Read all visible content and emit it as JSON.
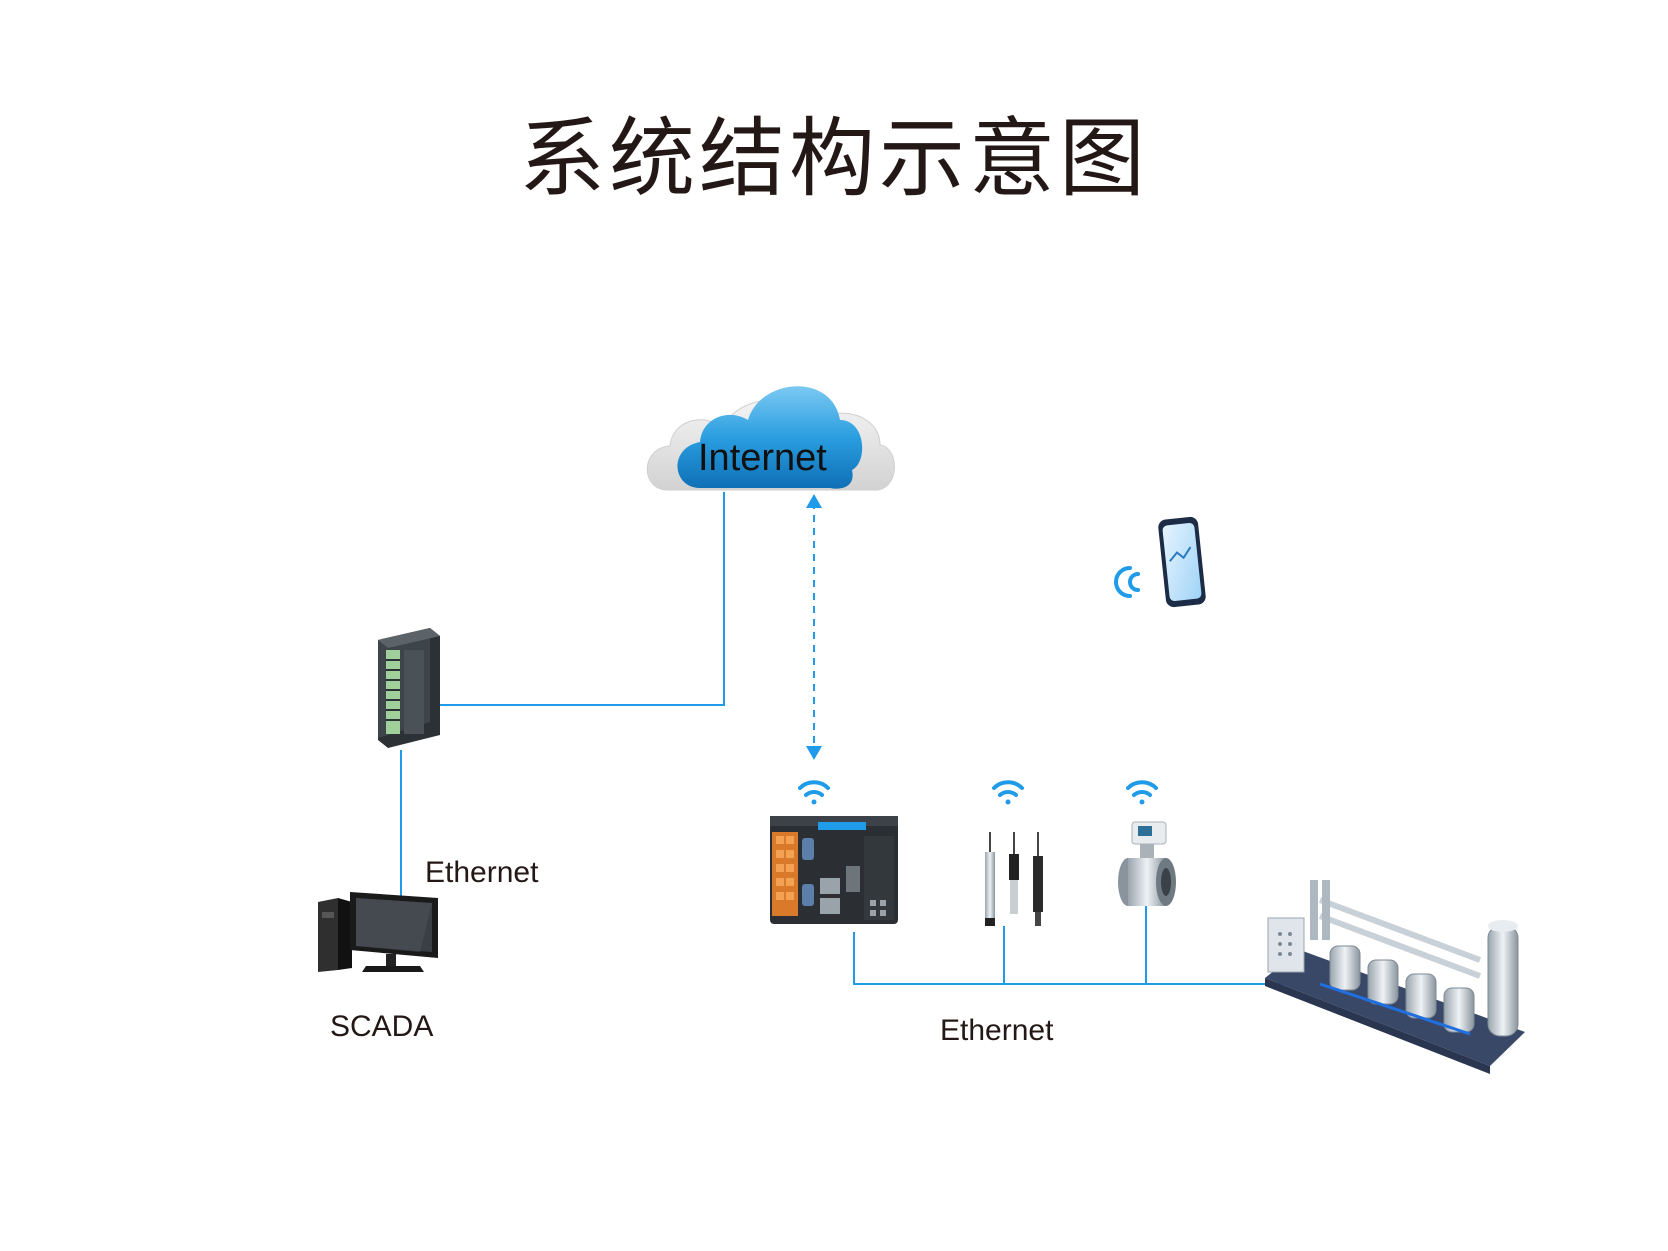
{
  "title": "系统结构示意图",
  "nodes": {
    "cloud": {
      "label": "Internet"
    },
    "plc_module": {
      "label": ""
    },
    "scada": {
      "label": "SCADA"
    },
    "controller": {
      "label": ""
    },
    "water_sensors": {
      "label": ""
    },
    "flow_meter": {
      "label": ""
    },
    "pump_station": {
      "label": ""
    },
    "phone": {
      "label": ""
    }
  },
  "links": {
    "scada_ethernet": "Ethernet",
    "field_ethernet": "Ethernet"
  },
  "colors": {
    "line": "#1f9bea",
    "cloud_blue": "#1c8fd8",
    "title": "#231815"
  }
}
